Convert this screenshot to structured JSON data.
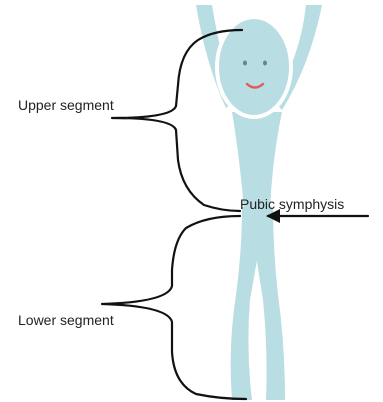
{
  "labels": {
    "upper_segment": "Upper segment",
    "pubic_symphysis": "Pubic symphysis",
    "lower_segment": "Lower segment"
  },
  "colors": {
    "figure": "#b8dde3",
    "face_outline": "#ffffff",
    "bracket": "#111111",
    "smile": "#e25a5a",
    "text": "#222222"
  }
}
